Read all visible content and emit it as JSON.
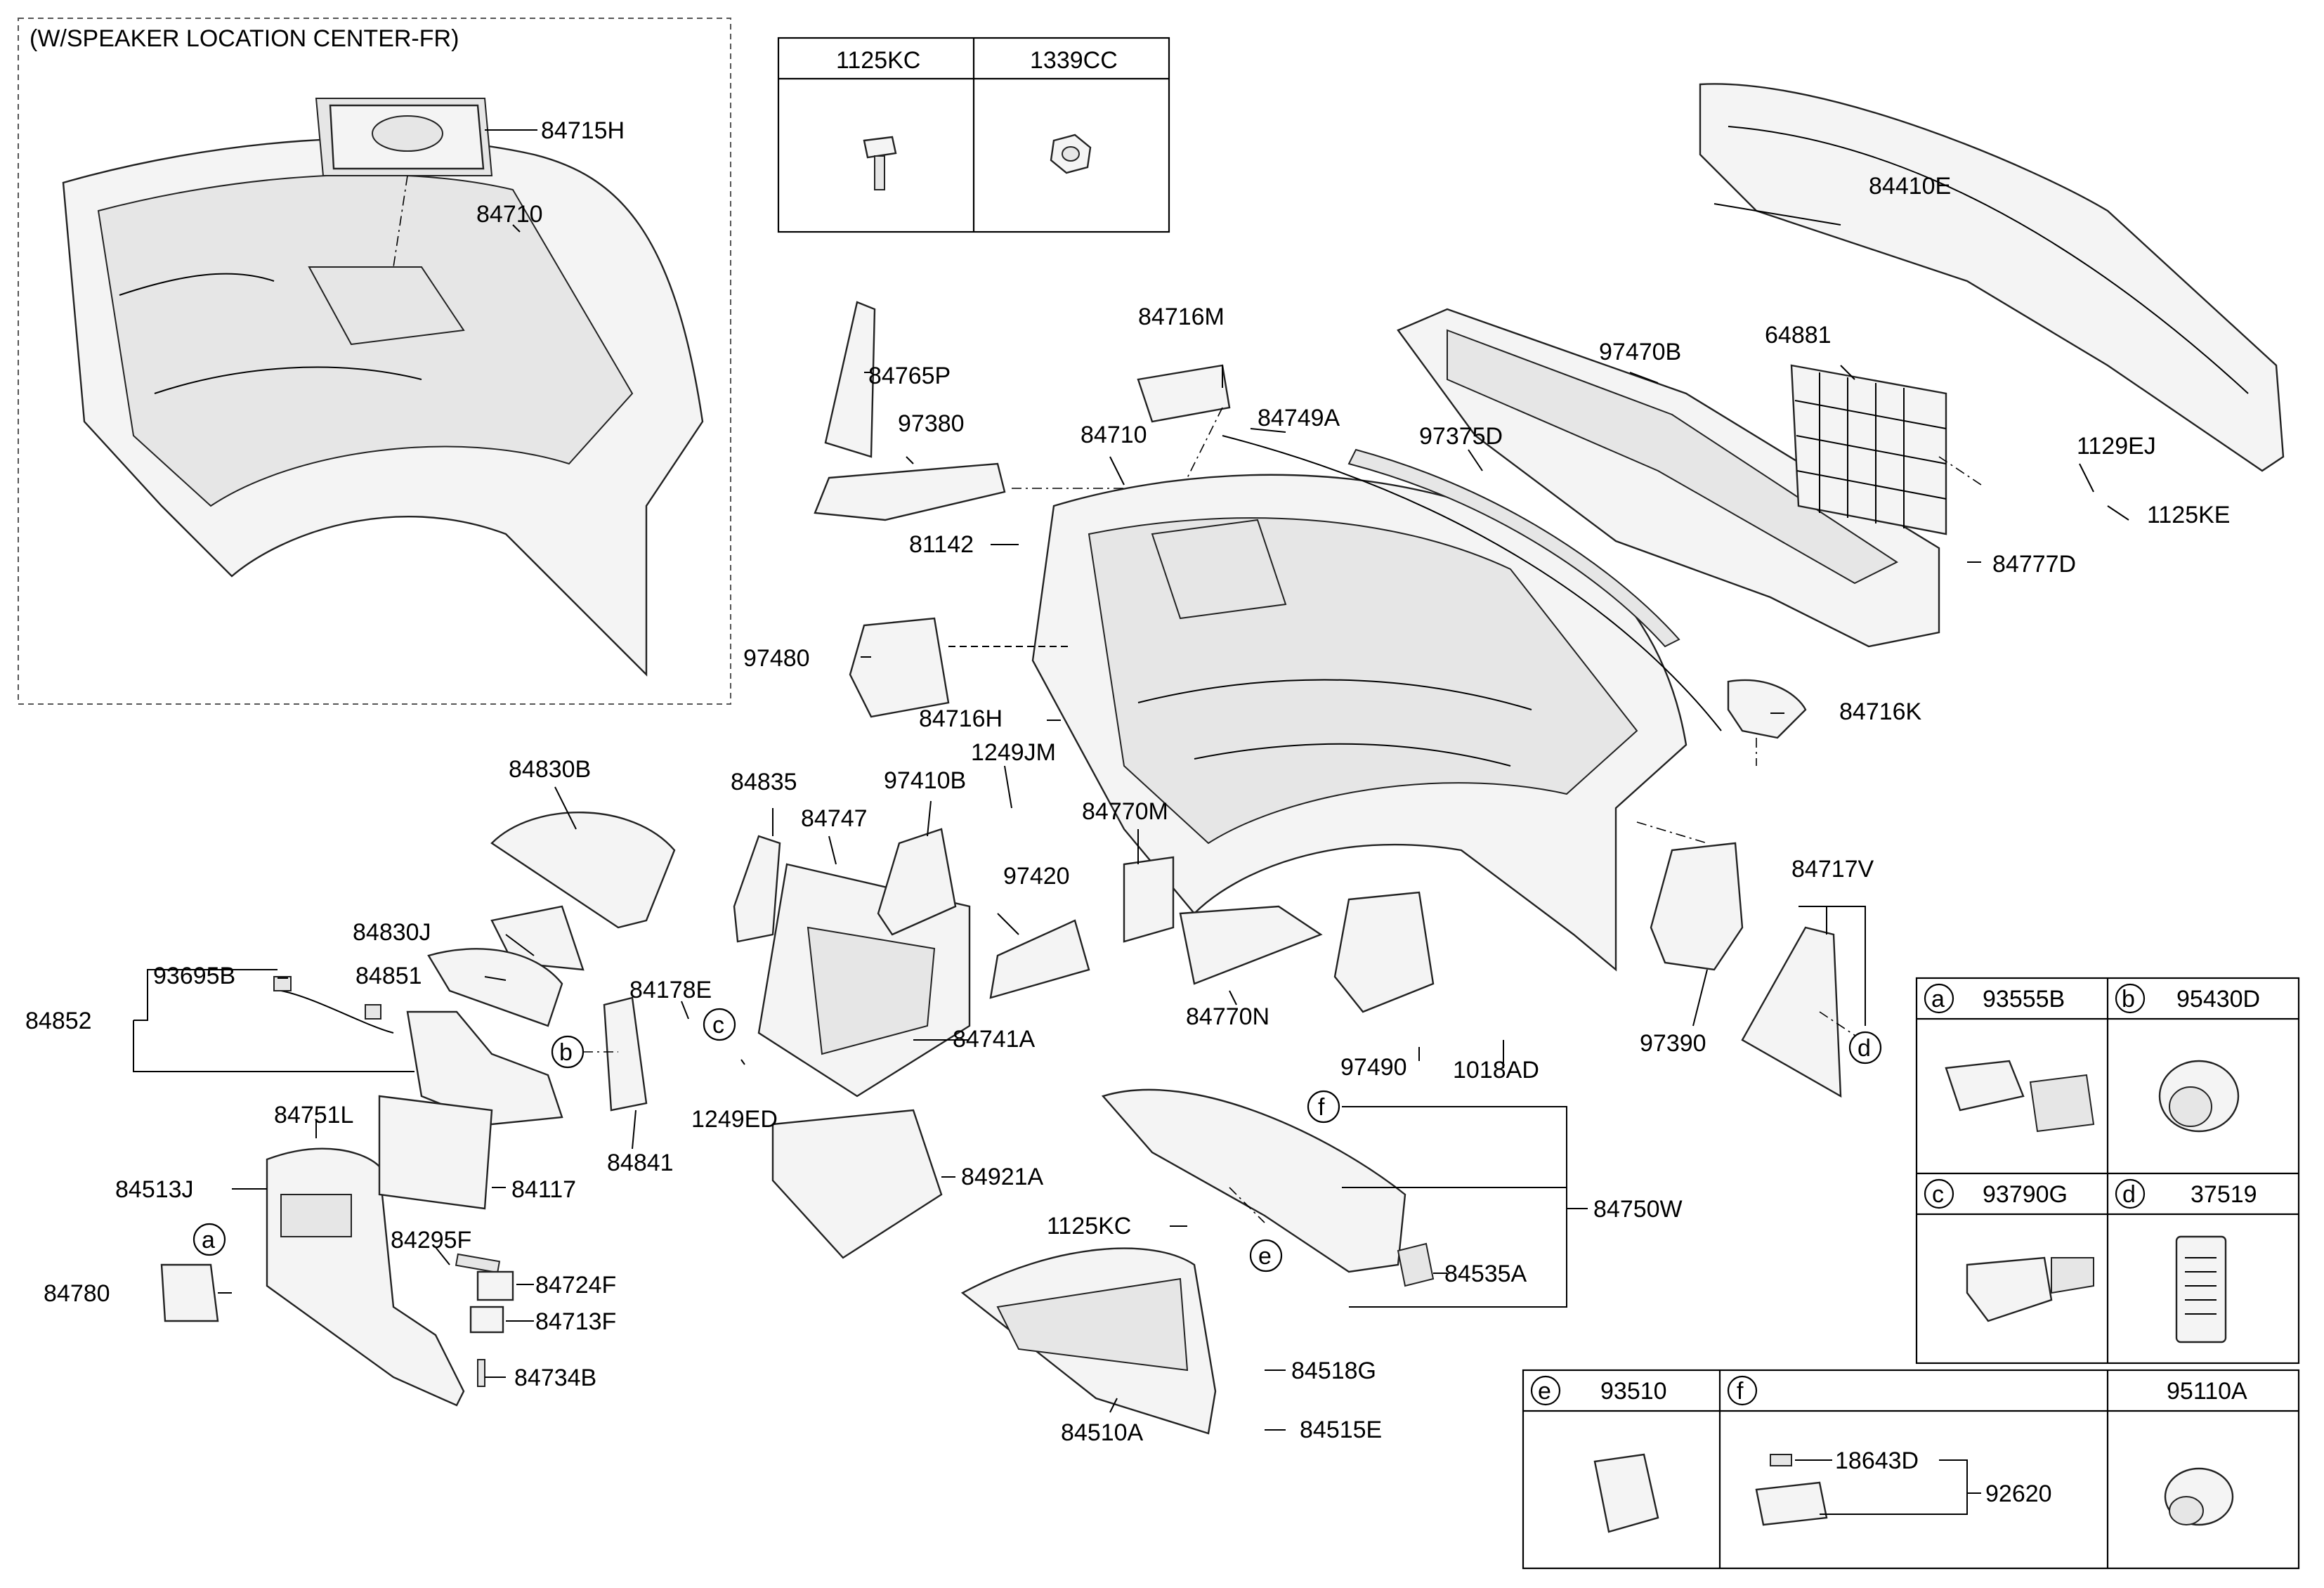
{
  "note": "(W/SPEAKER LOCATION CENTER-FR)",
  "fastener_table": {
    "headers": [
      "1125KC",
      "1339CC"
    ]
  },
  "labels": {
    "p84715H": "84715H",
    "p84710a": "84710",
    "p84410E": "84410E",
    "p84716M": "84716M",
    "p84765P": "84765P",
    "p97470B": "97470B",
    "p64881": "64881",
    "p97380": "97380",
    "p84749A": "84749A",
    "p97375D": "97375D",
    "p84710b": "84710",
    "p1129EJ": "1129EJ",
    "p1125KE": "1125KE",
    "p81142": "81142",
    "p84777D": "84777D",
    "p97480": "97480",
    "p84716H": "84716H",
    "p84716K": "84716K",
    "p84830B": "84830B",
    "p1249JM": "1249JM",
    "p84835": "84835",
    "p97410B": "97410B",
    "p84747": "84747",
    "p84770M": "84770M",
    "p84717V": "84717V",
    "p97420": "97420",
    "p84830J": "84830J",
    "p93695B": "93695B",
    "p84851": "84851",
    "p84178E": "84178E",
    "p84852": "84852",
    "p84741A": "84741A",
    "p84770N": "84770N",
    "p97390": "97390",
    "p1249ED": "1249ED",
    "p97490": "97490",
    "p1018AD": "1018AD",
    "p84751L": "84751L",
    "p84841": "84841",
    "p84117": "84117",
    "p84921A": "84921A",
    "p84513J": "84513J",
    "p84295F": "84295F",
    "p1125KC": "1125KC",
    "p84750W": "84750W",
    "p84724F": "84724F",
    "p84535A": "84535A",
    "p84780": "84780",
    "p84713F": "84713F",
    "p84518G": "84518G",
    "p84734B": "84734B",
    "p84510A": "84510A",
    "p84515E": "84515E"
  },
  "callouts": {
    "a": "a",
    "b": "b",
    "c": "c",
    "d": "d",
    "e": "e",
    "f": "f"
  },
  "legend_table": {
    "a_code": "93555B",
    "b_code": "95430D",
    "c_code": "93790G",
    "d_code": "37519",
    "e_code": "93510",
    "f_code": "95110A",
    "f_sub1": "18643D",
    "f_sub2": "92620"
  }
}
